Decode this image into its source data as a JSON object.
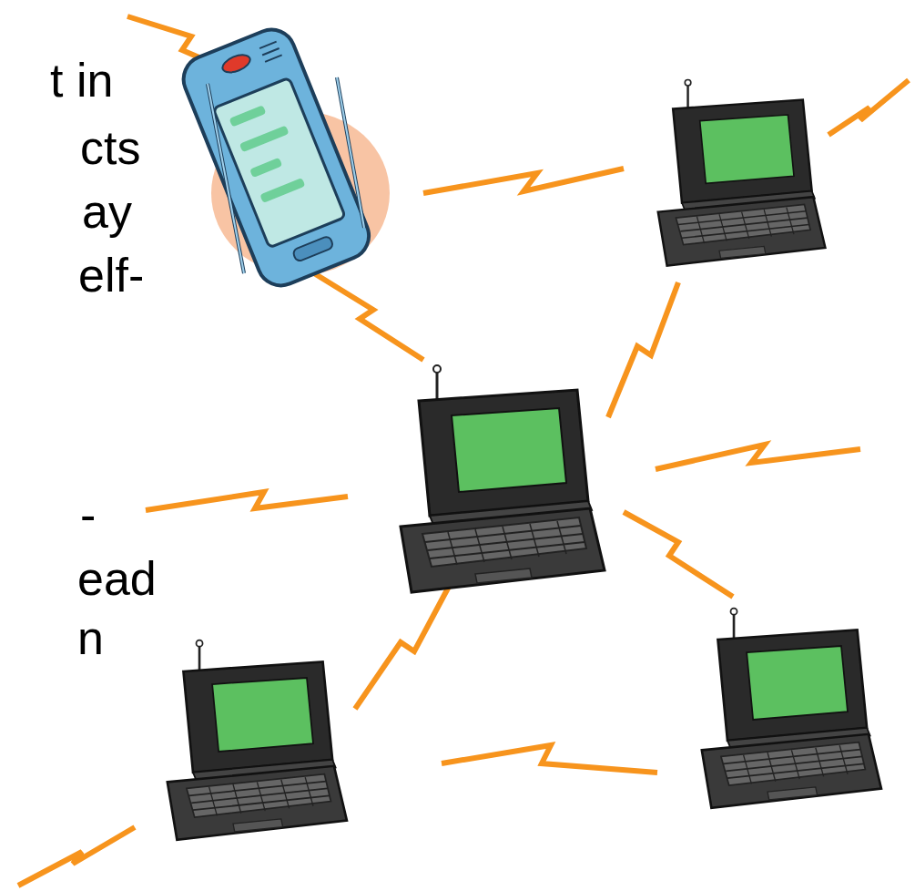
{
  "diagram": {
    "labels": [
      "t in",
      "cts",
      "ay",
      "elf-",
      "-",
      "ead",
      "n"
    ]
  }
}
